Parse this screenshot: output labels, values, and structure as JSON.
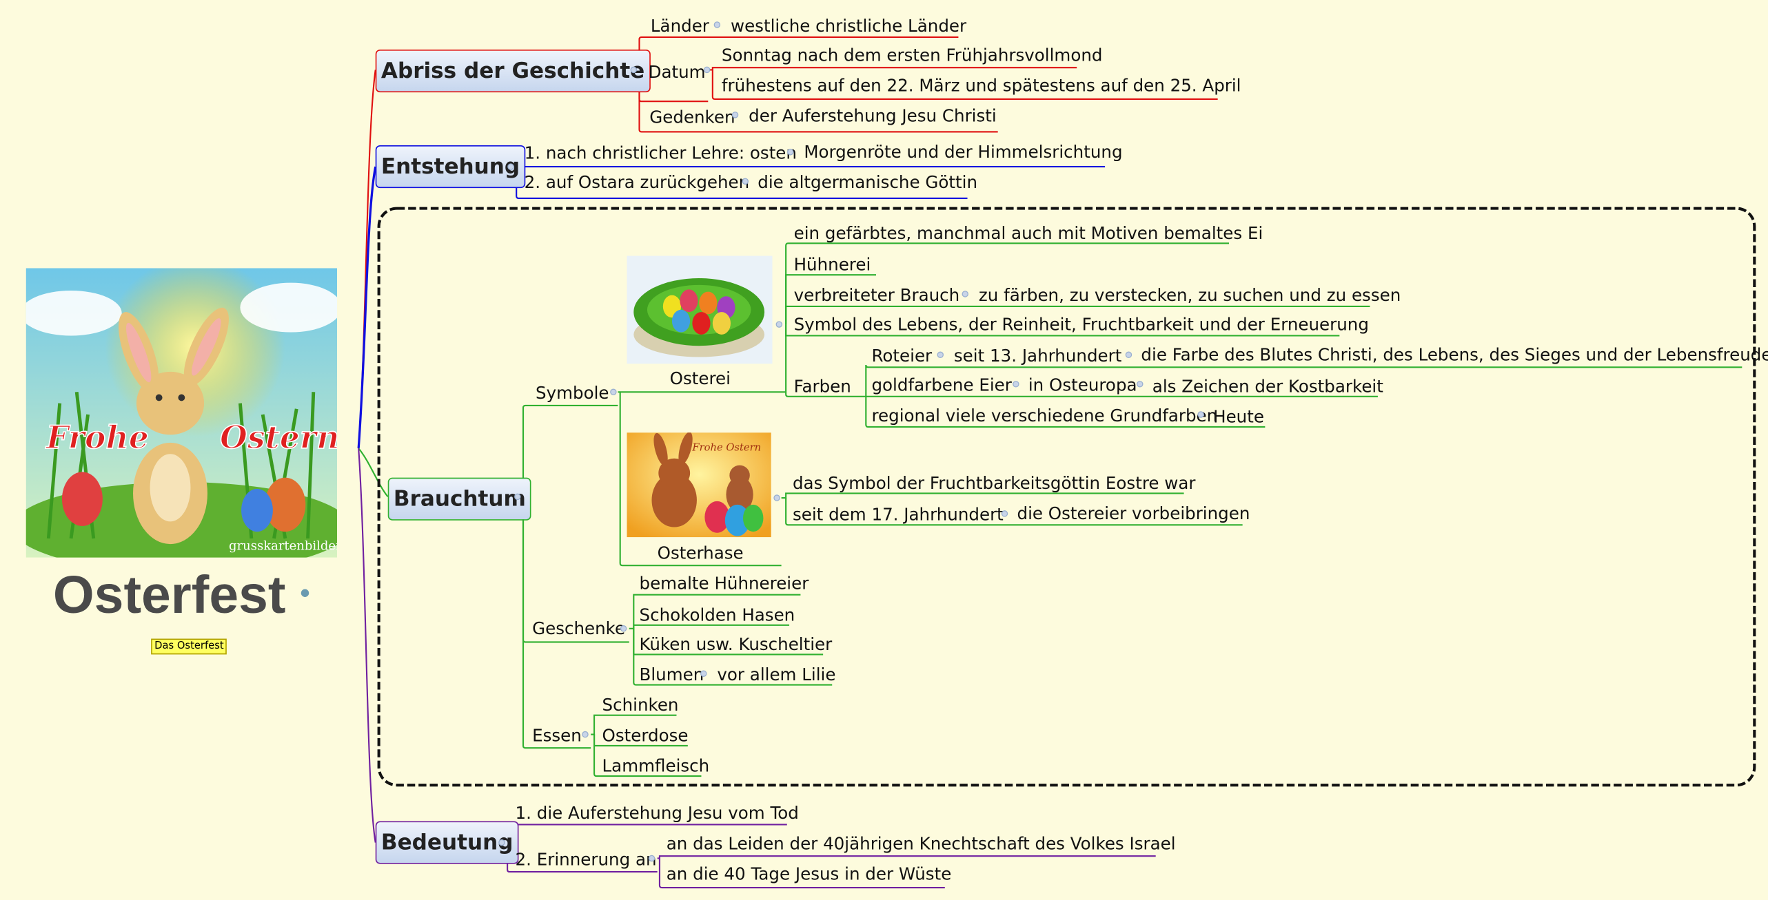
{
  "root": {
    "title": "Osterfest",
    "note": "Das Osterfest",
    "image_text_left": "Frohe",
    "image_text_right": "Ostern",
    "image_watermark": "grusskartenbilder.de"
  },
  "colors": {
    "red": "#e01010",
    "blue": "#1010e0",
    "green": "#30b030",
    "purple": "#7020a0",
    "background": "#fdfbdd"
  },
  "geschichte": {
    "label": "Abriss der Geschichte",
    "laender": {
      "label": "Länder",
      "child": "westliche christliche Länder"
    },
    "datum": {
      "label": "Datum",
      "children": [
        "Sonntag nach dem ersten Frühjahrsvollmond",
        "frühestens auf den 22. März und spätestens auf den 25. April"
      ]
    },
    "gedenken": {
      "label": "Gedenken",
      "child": "der Auferstehung Jesu Christi"
    }
  },
  "entstehung": {
    "label": "Entstehung",
    "items": [
      {
        "label": "1. nach christlicher Lehre: osten",
        "child": "Morgenröte und der Himmelsrichtung"
      },
      {
        "label": "2. auf Ostara zurückgehen",
        "child": "die altgermanische Göttin"
      }
    ]
  },
  "brauchtum": {
    "label": "Brauchtum",
    "symbole": {
      "label": "Symbole",
      "osterei": {
        "label": "Osterei",
        "items": [
          "ein gefärbtes, manchmal auch mit Motiven bemaltes Ei",
          "Hühnerei",
          "verbreiteter Brauch",
          "zu färben, zu verstecken, zu suchen und zu essen",
          "Symbol des Lebens, der Reinheit, Fruchtbarkeit und der Erneuerung"
        ],
        "farben": {
          "label": "Farben",
          "roteier": [
            "Roteier",
            "seit 13. Jahrhundert",
            "die Farbe des Blutes Christi, des Lebens, des Sieges und der Lebensfreude"
          ],
          "gold": [
            "goldfarbene Eier",
            "in Osteuropa",
            "als Zeichen der Kostbarkeit"
          ],
          "regional": [
            "regional viele verschiedene Grundfarben",
            "Heute"
          ]
        }
      },
      "osterhase": {
        "label": "Osterhase",
        "image_text": "Frohe Ostern",
        "items": [
          "das Symbol der Fruchtbarkeitsgöttin Eostre war",
          "seit dem 17. Jahrhundert",
          "die Ostereier vorbeibringen"
        ]
      }
    },
    "geschenke": {
      "label": "Geschenke",
      "items": [
        "bemalte Hühnereier",
        "Schokolden Hasen",
        "Küken usw. Kuscheltier",
        "Blumen",
        "vor allem Lilie"
      ]
    },
    "essen": {
      "label": "Essen",
      "items": [
        "Schinken",
        "Osterdose",
        "Lammfleisch"
      ]
    }
  },
  "bedeutung": {
    "label": "Bedeutung",
    "item1": "1. die Auferstehung Jesu vom Tod",
    "item2": {
      "label": "2. Erinnerung an",
      "children": [
        "an das Leiden der 40jährigen Knechtschaft des Volkes Israel",
        "an die 40 Tage Jesus in der Wüste"
      ]
    }
  }
}
